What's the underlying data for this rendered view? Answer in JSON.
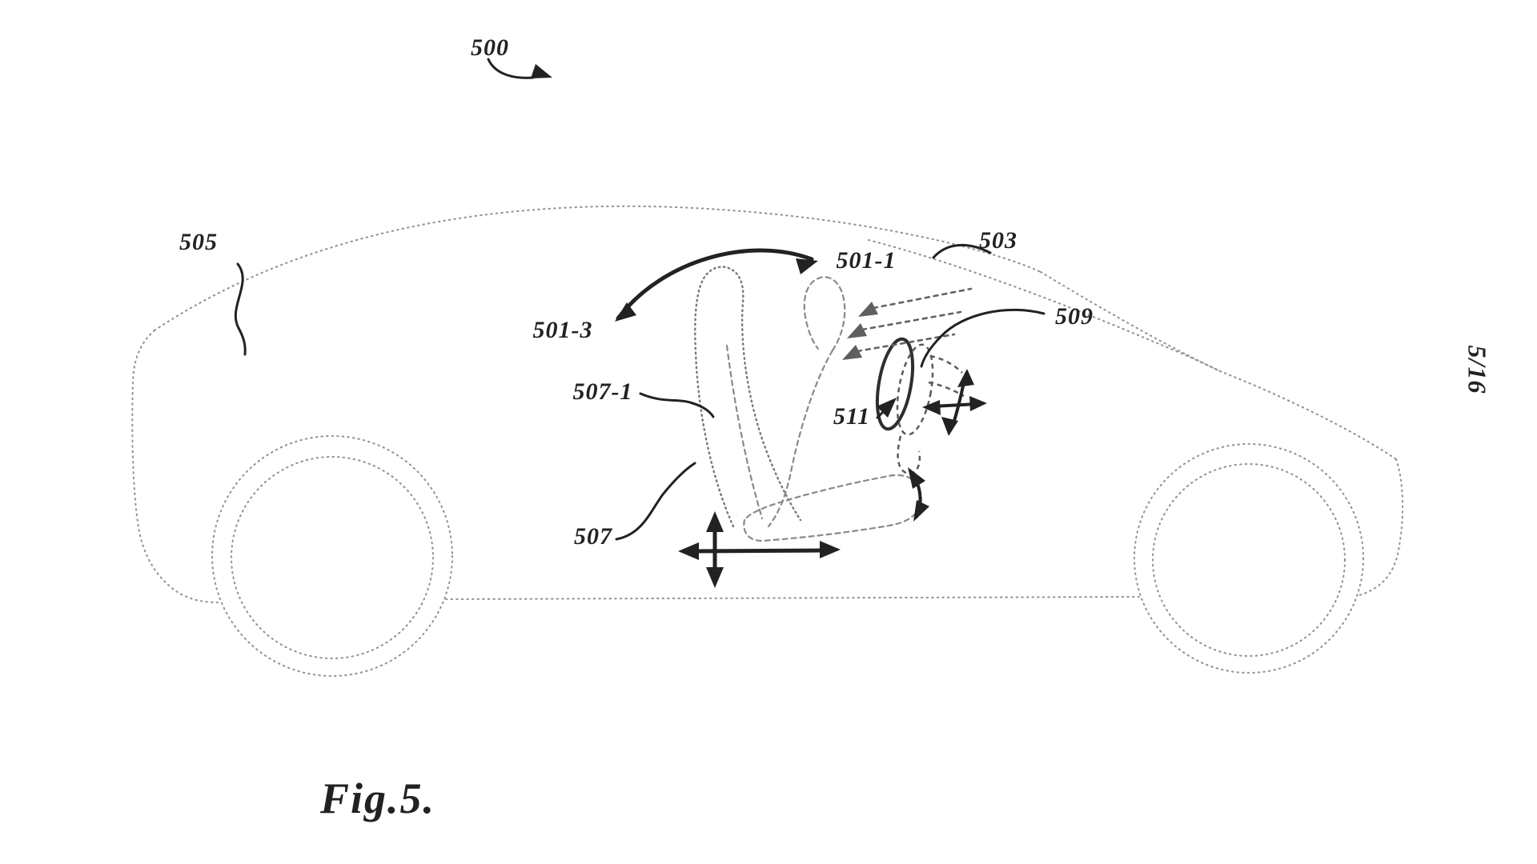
{
  "sheet": {
    "page_indicator": "5/16",
    "figure_caption": "Fig.5."
  },
  "figure": {
    "reference_labels": {
      "ref_500": "500",
      "ref_501_1": "501-1",
      "ref_501_3": "501-3",
      "ref_503": "503",
      "ref_505": "505",
      "ref_507": "507",
      "ref_507_1": "507-1",
      "ref_509": "509",
      "ref_511": "511"
    }
  },
  "colors": {
    "background": "#ffffff",
    "ink": "#222222",
    "car_outline": "#949494",
    "seat_outline": "#787878",
    "dashed_gray": "#636363"
  }
}
